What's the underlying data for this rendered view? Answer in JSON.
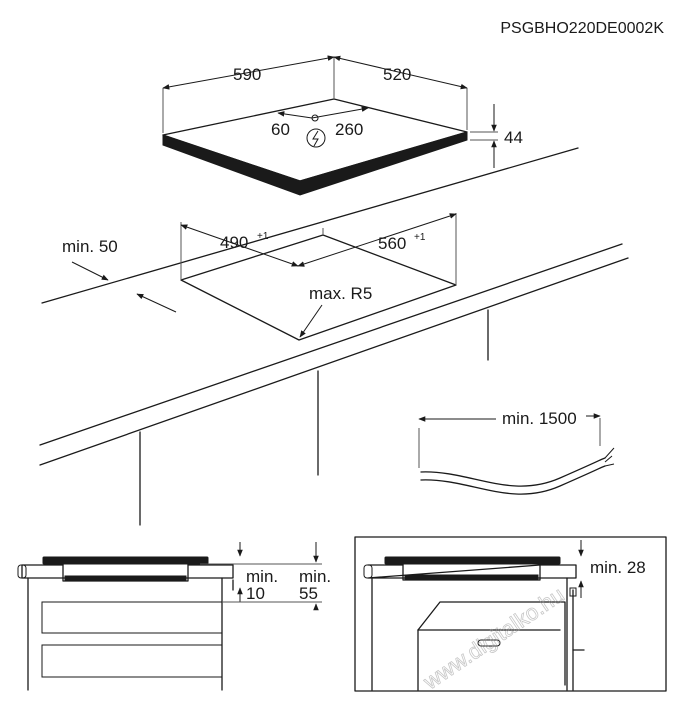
{
  "model_code": "PSGBHO220DE0002K",
  "hob": {
    "width": "590",
    "depth": "520",
    "height": "44",
    "connector_left": "60",
    "connector_right": "260"
  },
  "cutout": {
    "width_label": "560",
    "width_tol": "+1",
    "depth_label": "490",
    "depth_tol": "+1",
    "radius": "max. R5",
    "min_edge": "min. 50"
  },
  "cable": {
    "min_length": "min. 1500"
  },
  "side_view_1": {
    "left_min": "min.",
    "left_val": "10",
    "right_min": "min.",
    "right_val": "55"
  },
  "side_view_2": {
    "min_label": "min. 28"
  },
  "watermark": "www.digitalko.hu",
  "icons": {
    "power": "power-symbol-icon"
  }
}
